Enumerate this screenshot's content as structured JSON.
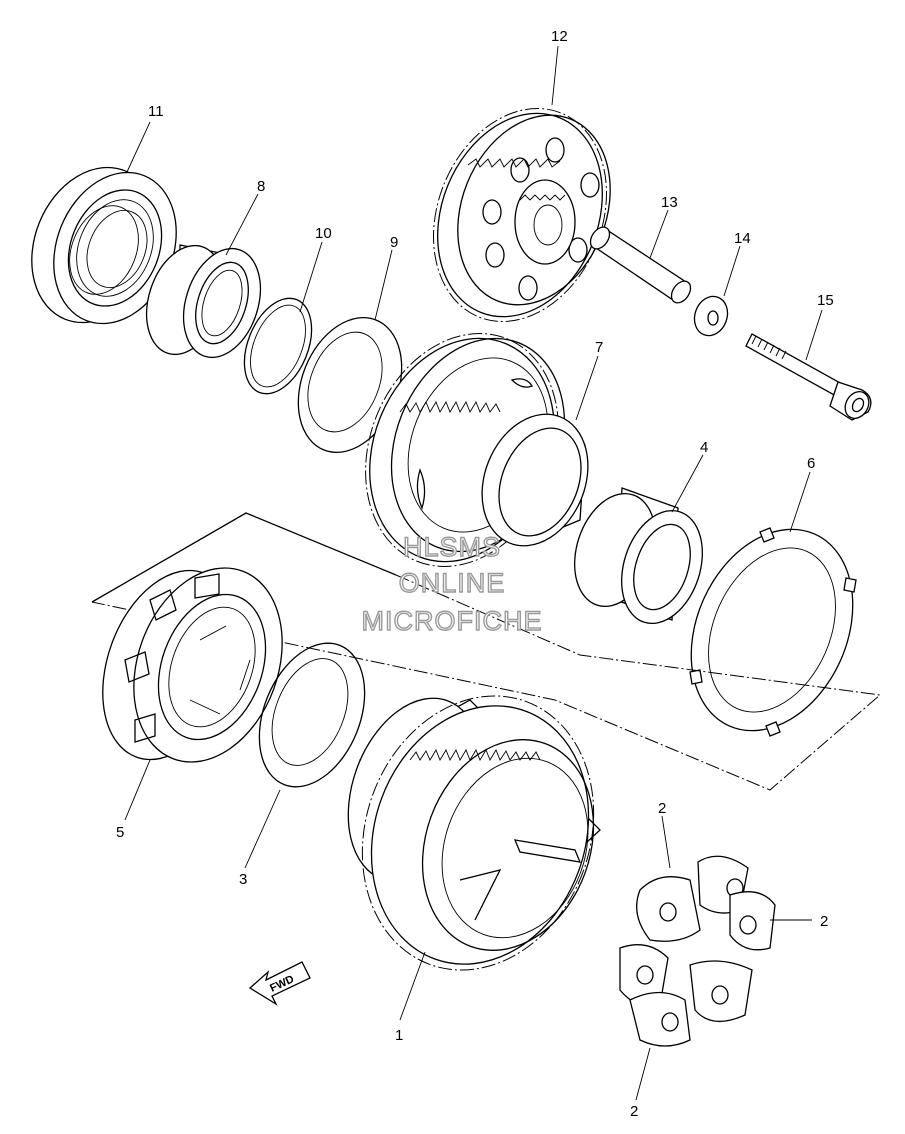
{
  "diagram": {
    "watermark": [
      "HLSMS",
      "ONLINE",
      "MICROFICHE"
    ],
    "fwd_label": "FWD",
    "callouts": [
      {
        "id": "c11",
        "text": "11"
      },
      {
        "id": "c8",
        "text": "8"
      },
      {
        "id": "c10",
        "text": "10"
      },
      {
        "id": "c9",
        "text": "9"
      },
      {
        "id": "c12",
        "text": "12"
      },
      {
        "id": "c13",
        "text": "13"
      },
      {
        "id": "c14",
        "text": "14"
      },
      {
        "id": "c15",
        "text": "15"
      },
      {
        "id": "c7",
        "text": "7"
      },
      {
        "id": "c4",
        "text": "4"
      },
      {
        "id": "c6",
        "text": "6"
      },
      {
        "id": "c5",
        "text": "5"
      },
      {
        "id": "c3",
        "text": "3"
      },
      {
        "id": "c1",
        "text": "1"
      },
      {
        "id": "c2a",
        "text": "2"
      },
      {
        "id": "c2b",
        "text": "2"
      },
      {
        "id": "c2c",
        "text": "2"
      }
    ]
  }
}
